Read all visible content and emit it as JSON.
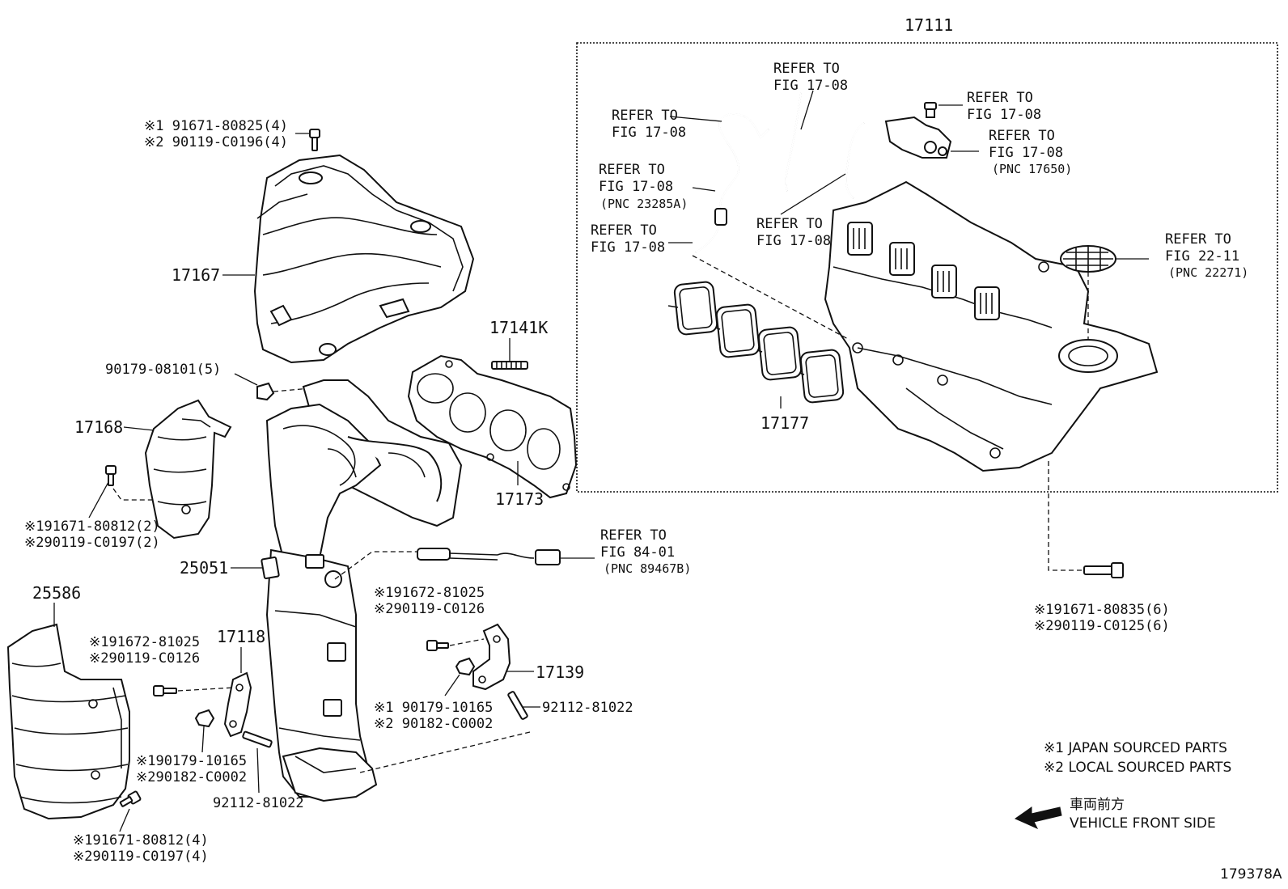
{
  "part_numbers": {
    "p17111": "17111",
    "p17167": "17167",
    "p17141K": "17141K",
    "p17168": "17168",
    "p17173": "17173",
    "p17177": "17177",
    "p25051": "25051",
    "p25586": "25586",
    "p17118": "17118",
    "p17139": "17139",
    "p90179_08101": "90179-08101(5)",
    "p92112_a": "92112-81022",
    "p92112_b": "92112-81022"
  },
  "fasteners": {
    "top_bolt_1": "※1 91671-80825(4)",
    "top_bolt_2": "※2 90119-C0196(4)",
    "shield_bolt_1": "※191671-80812(2)",
    "shield_bolt_2": "※290119-C0197(2)",
    "sensor_bolt_1": "※191672-81025",
    "sensor_bolt_2": "※290119-C0126",
    "stay_bolt_1": "※191672-81025",
    "stay_bolt_2": "※290119-C0126",
    "bracket_nut_1": "※1 90179-10165",
    "bracket_nut_2": "※2 90182-C0002",
    "stay_nut_1": "※190179-10165",
    "stay_nut_2": "※290182-C0002",
    "lower_bolt_1": "※191671-80812(4)",
    "lower_bolt_2": "※290119-C0197(4)",
    "manifold_bolt_1": "※191671-80835(6)",
    "manifold_bolt_2": "※290119-C0125(6)"
  },
  "refers": {
    "r1_a": "REFER TO",
    "r1_b": "FIG 17-08",
    "r2_a": "REFER TO",
    "r2_b": "FIG 17-08",
    "r3_a": "REFER TO",
    "r3_b": "FIG 17-08",
    "r3_c": "(PNC 23285A)",
    "r4_a": "REFER TO",
    "r4_b": "FIG 17-08",
    "r5_a": "REFER TO",
    "r5_b": "FIG 17-08",
    "r6_a": "REFER TO",
    "r6_b": "FIG 17-08",
    "r7_a": "REFER TO",
    "r7_b": "FIG 17-08",
    "r7_c": "(PNC 17650)",
    "r8_a": "REFER TO",
    "r8_b": "FIG 22-11",
    "r8_c": "(PNC 22271)",
    "r9_a": "REFER TO",
    "r9_b": "FIG 84-01",
    "r9_c": "(PNC 89467B)"
  },
  "notes": {
    "note1": "※1 JAPAN SOURCED PARTS",
    "note2": "※2 LOCAL SOURCED PARTS",
    "front_jp": "車両前方",
    "front_en": "VEHICLE FRONT SIDE",
    "figure_id": "179378A"
  }
}
